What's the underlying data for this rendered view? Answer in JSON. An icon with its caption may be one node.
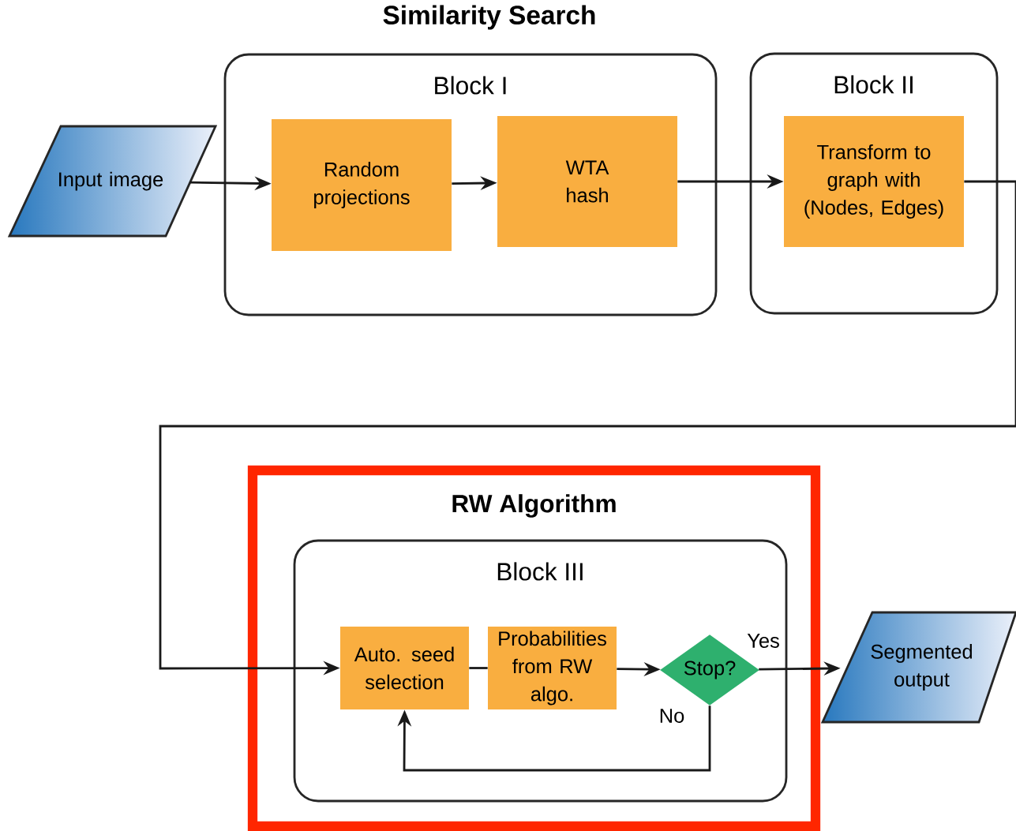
{
  "diagram": {
    "title": "Similarity Search",
    "nodes": [
      {
        "text": [
          "Block I"
        ]
      },
      {
        "text": [
          "Random projections"
        ],
        "in": 0
      },
      {
        "text": [
          "WTA hash"
        ],
        "in": 0
      },
      {
        "text": [
          "Block II"
        ]
      },
      {
        "text": [
          "Transform to graph with (Nodes, Edges)"
        ],
        "in": 3
      },
      {
        "text": [
          "Input image"
        ]
      },
      {
        "text": [
          "RW Algorithm"
        ]
      },
      {
        "text": [
          "Block III"
        ],
        "in": 6
      },
      {
        "text": [
          "Auto. seed selection"
        ],
        "in": 7
      },
      {
        "text": [
          "Probabilities from RW algo."
        ],
        "in": 7
      },
      {
        "text": [
          "Stop?"
        ],
        "in": 7
      },
      {
        "text": [
          "Segmented output"
        ]
      }
    ],
    "edges": [
      {
        "from": 5,
        "to": 1,
        "arrow": "to"
      },
      {
        "from": 1,
        "to": 2,
        "arrow": "to"
      },
      {
        "from": 2,
        "to": 4,
        "arrow": "to"
      },
      {
        "from": 4,
        "to": 8,
        "arrow": "to"
      },
      {
        "from": 8,
        "to": 9,
        "arrow": "none"
      },
      {
        "from": 9,
        "to": 10,
        "arrow": "to"
      },
      {
        "from": 10,
        "to": 11,
        "arrow": "to",
        "label": "Yes"
      },
      {
        "from": 10,
        "to": 8,
        "arrow": "to",
        "label": "No"
      }
    ]
  }
}
